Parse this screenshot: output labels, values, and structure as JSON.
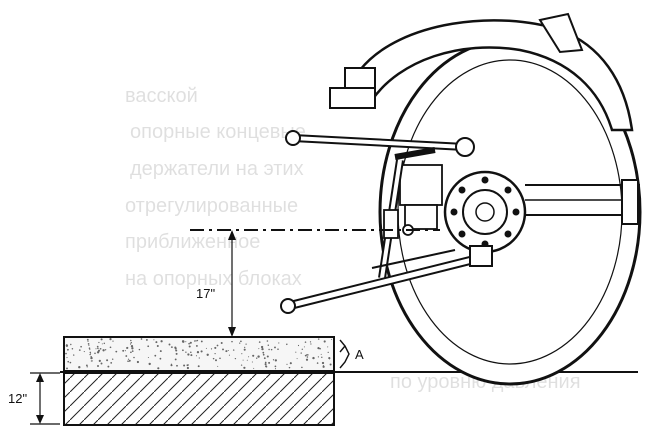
{
  "diagram": {
    "labels": {
      "hitch_height": "17\"",
      "block_height": "12\"",
      "layer": "A"
    },
    "bleed_through_lines": [
      "васской",
      "опорные концевые",
      "держатели на этих",
      "отрегулированные",
      "приближенное",
      "на опорных блоках",
      "по уровню давления"
    ]
  }
}
